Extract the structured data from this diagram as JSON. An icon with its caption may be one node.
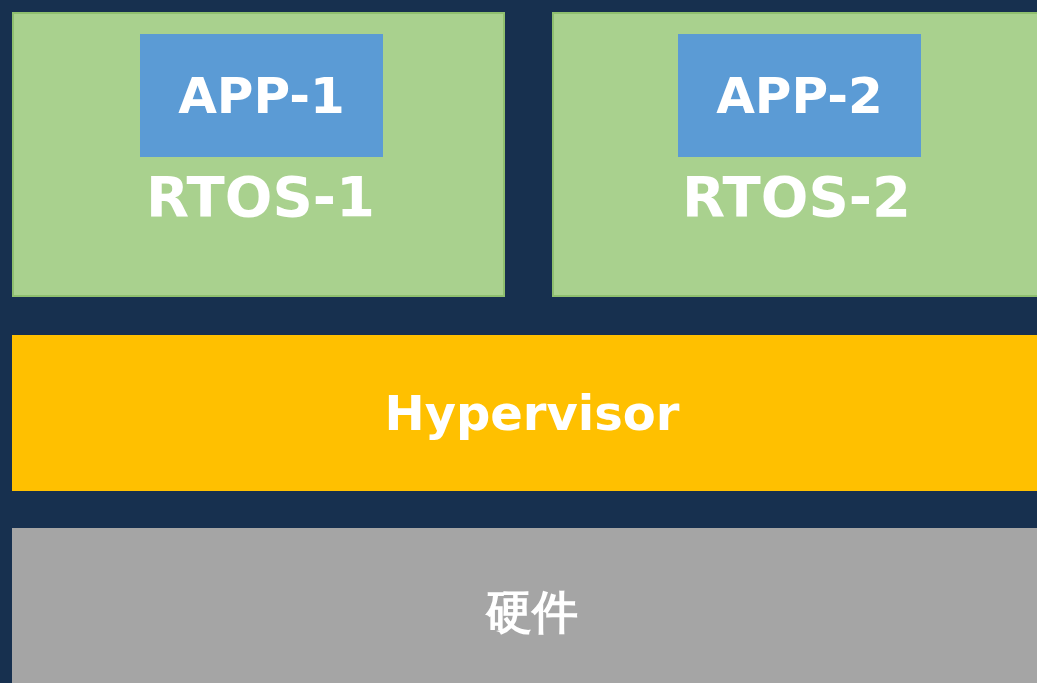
{
  "diagram": {
    "nodes": [
      {
        "text": [
          "RTOS-1"
        ]
      },
      {
        "text": [
          "APP-1"
        ],
        "in": 0
      },
      {
        "text": [
          "RTOS-2"
        ]
      },
      {
        "text": [
          "APP-2"
        ],
        "in": 2
      },
      {
        "text": [
          "Hypervisor"
        ]
      },
      {
        "text": [
          "硬件"
        ]
      }
    ]
  }
}
